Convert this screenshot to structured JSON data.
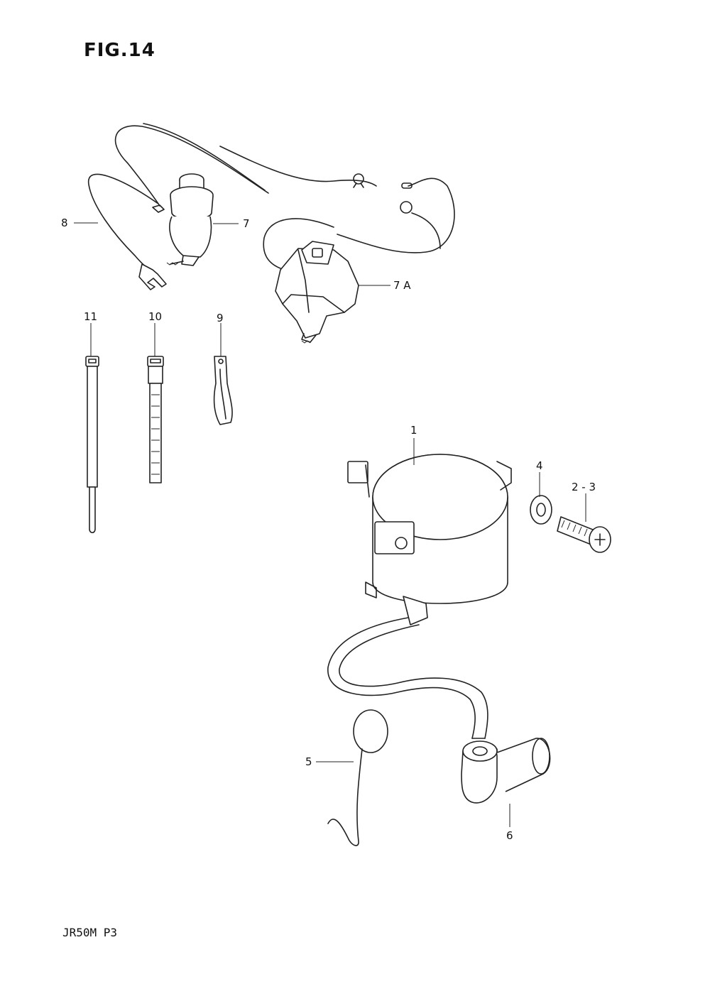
{
  "figure": {
    "title": "FIG.14"
  },
  "footer": {
    "model_code": "JR50M  P3"
  },
  "parts": [
    {
      "id": "part-1",
      "label": "1"
    },
    {
      "id": "part-2-3",
      "label": "2 - 3"
    },
    {
      "id": "part-4",
      "label": "4"
    },
    {
      "id": "part-5",
      "label": "5"
    },
    {
      "id": "part-6",
      "label": "6"
    },
    {
      "id": "part-7",
      "label": "7"
    },
    {
      "id": "part-7a",
      "label": "7 A"
    },
    {
      "id": "part-8",
      "label": "8"
    },
    {
      "id": "part-9",
      "label": "9"
    },
    {
      "id": "part-10",
      "label": "10"
    },
    {
      "id": "part-11",
      "label": "11"
    }
  ]
}
